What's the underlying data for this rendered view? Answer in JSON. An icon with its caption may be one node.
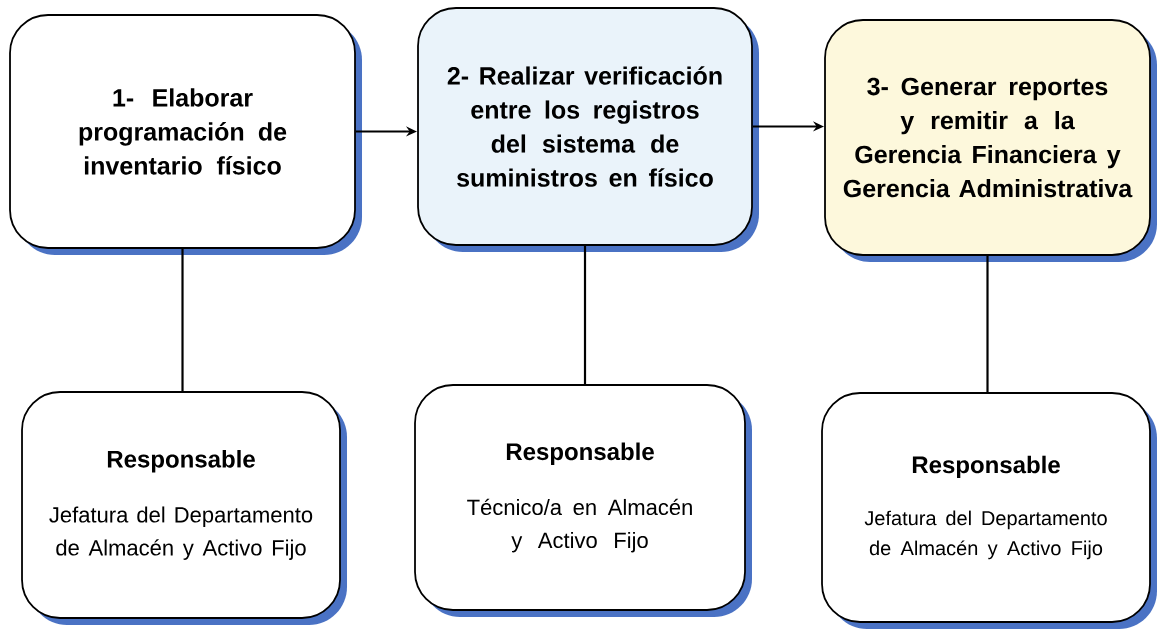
{
  "diagram": {
    "nodes": [
      {
        "text": [
          "1- Elaborar programación de inventario físico"
        ]
      },
      {
        "text": [
          "2- Realizar verificación entre los registros del sistema de suministros en físico"
        ]
      },
      {
        "text": [
          "3-  Generar reportes y remitir a la Gerencia Financiera y Gerencia Administrativa"
        ]
      },
      {
        "text": [
          "Responsable",
          "Jefatura del Departamento de Almacén y Activo Fijo"
        ]
      },
      {
        "text": [
          "Responsable",
          "Técnico/a en Almacén y Activo Fijo"
        ]
      },
      {
        "text": [
          "Responsable",
          "Jefatura del Departamento de Almacén y Activo Fijo"
        ]
      }
    ],
    "edges": [
      {
        "from": 0,
        "to": 1,
        "arrow": "to"
      },
      {
        "from": 1,
        "to": 2,
        "arrow": "to"
      },
      {
        "from": 0,
        "to": 3,
        "arrow": "none"
      },
      {
        "from": 1,
        "to": 4,
        "arrow": "none"
      },
      {
        "from": 2,
        "to": 5,
        "arrow": "none"
      }
    ]
  }
}
